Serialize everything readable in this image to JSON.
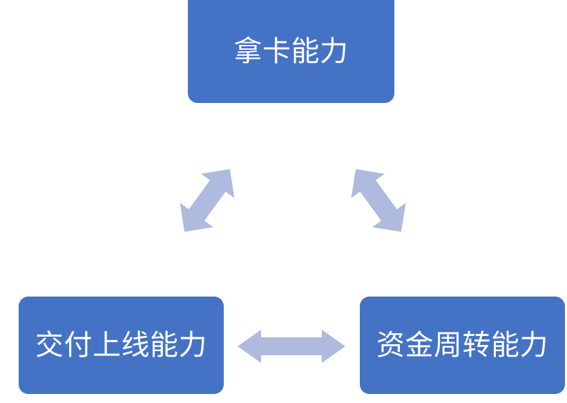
{
  "diagram": {
    "title": "",
    "background_color": "#FFFFFF",
    "node_fill_color": "#4472C4",
    "node_text_color": "#FFFFFF",
    "arrow_color": "#AEBADE",
    "nodes": [
      {
        "id": "top",
        "label": "拿卡能力",
        "position": "top-center"
      },
      {
        "id": "bottom-left",
        "label": "交付上线能力",
        "position": "bottom-left"
      },
      {
        "id": "bottom-right",
        "label": "资金周转能力",
        "position": "bottom-right"
      }
    ],
    "connectors": [
      {
        "id": "left-diagonal",
        "from": "bottom-left",
        "to": "top",
        "style": "double-headed-arrow",
        "orientation": "diagonal-up-right"
      },
      {
        "id": "right-diagonal",
        "from": "top",
        "to": "bottom-right",
        "style": "double-headed-arrow",
        "orientation": "diagonal-down-right"
      },
      {
        "id": "bottom-horizontal",
        "from": "bottom-left",
        "to": "bottom-right",
        "style": "double-headed-arrow",
        "orientation": "horizontal"
      }
    ]
  }
}
